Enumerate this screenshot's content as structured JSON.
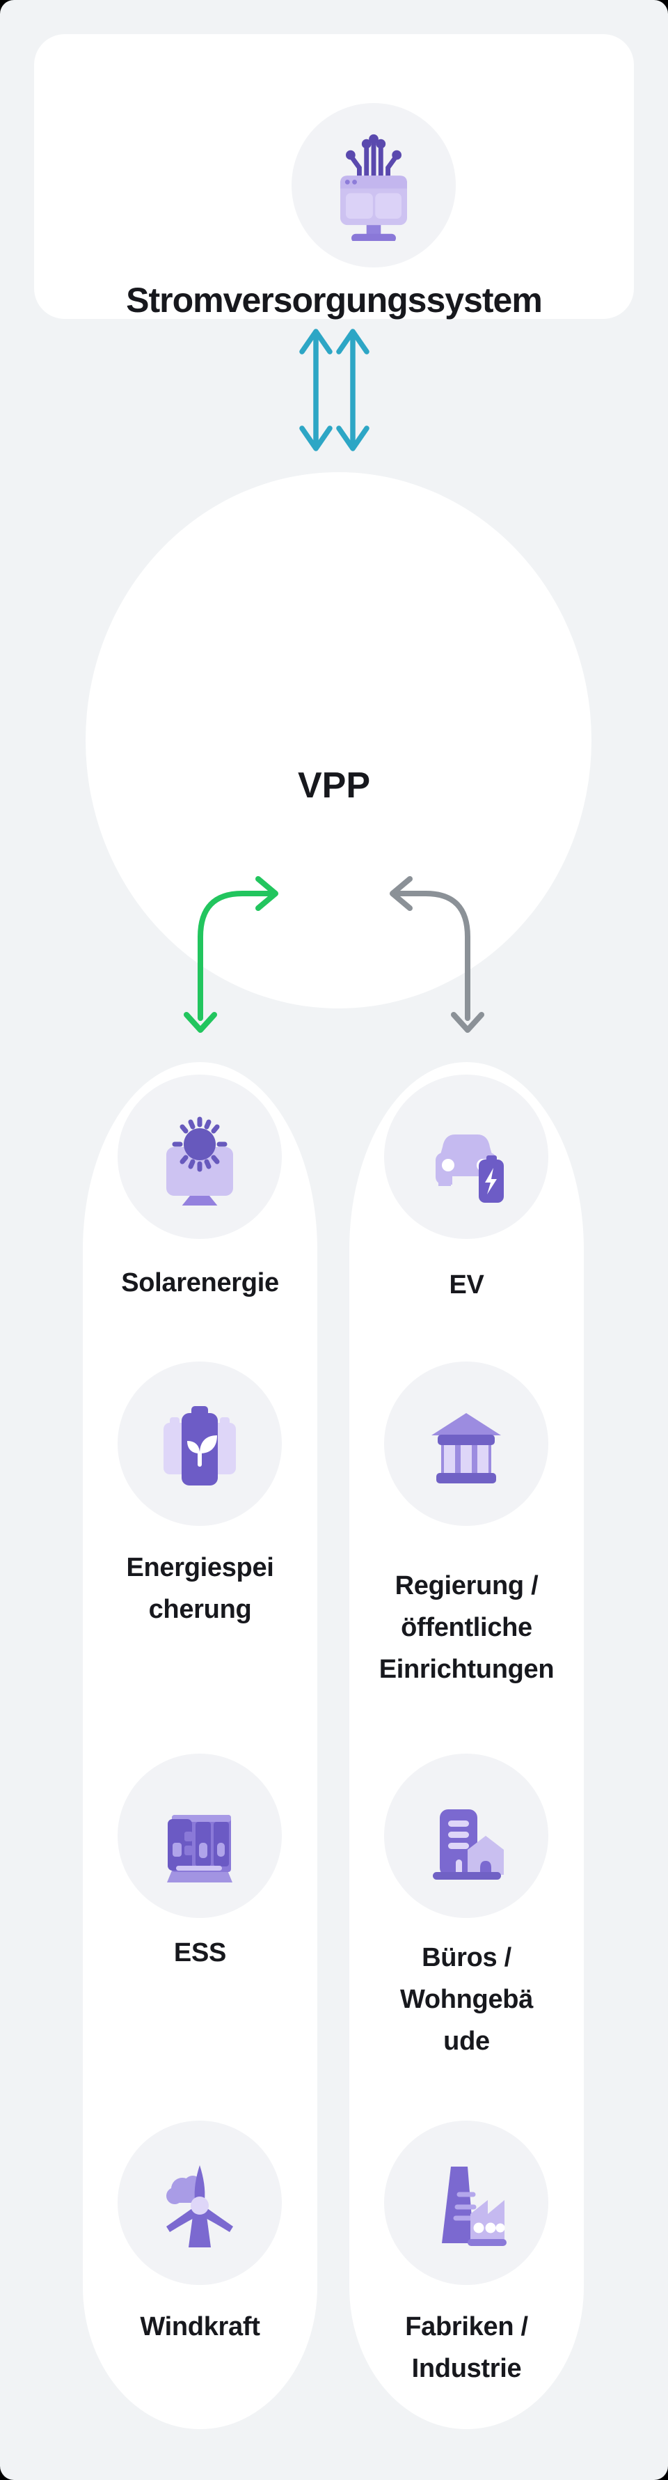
{
  "top_card": {
    "title": "Stromversorgungssystem",
    "icon": "power-system-icon"
  },
  "hub": {
    "label": "VPP"
  },
  "arrows": {
    "supply_link": {
      "name": "double-vertical-arrow",
      "color": "#2da6c5"
    },
    "to_sources": {
      "name": "curved-arrow-to-left-column",
      "color": "#22c55e"
    },
    "to_consumers": {
      "name": "curved-arrow-to-right-column",
      "color": "#8b9197"
    }
  },
  "columns": {
    "left": {
      "items": [
        {
          "icon": "solar-icon",
          "lines": [
            "Solarenergie"
          ]
        },
        {
          "icon": "battery-storage-icon",
          "lines": [
            "Energiespei",
            "cherung"
          ]
        },
        {
          "icon": "ess-icon",
          "lines": [
            "ESS"
          ]
        },
        {
          "icon": "wind-turbine-icon",
          "lines": [
            "Windkraft"
          ]
        }
      ]
    },
    "right": {
      "items": [
        {
          "icon": "ev-icon",
          "lines": [
            "EV"
          ]
        },
        {
          "icon": "government-icon",
          "lines": [
            "Regierung /",
            "öffentliche",
            "Einrichtungen"
          ]
        },
        {
          "icon": "buildings-icon",
          "lines": [
            "Büros /",
            "Wohngebä",
            "ude"
          ]
        },
        {
          "icon": "factory-icon",
          "lines": [
            "Fabriken /",
            "Industrie"
          ]
        }
      ]
    }
  },
  "colors": {
    "page_background": "#f1f3f5",
    "card_background": "#ffffff",
    "icon_circle_background": "#f2f3f6",
    "text": "#17181d",
    "purple_dark": "#6355b8",
    "purple_mid": "#8a79d8",
    "purple_light": "#c9bff0",
    "purple_xlight": "#ded6f8"
  }
}
